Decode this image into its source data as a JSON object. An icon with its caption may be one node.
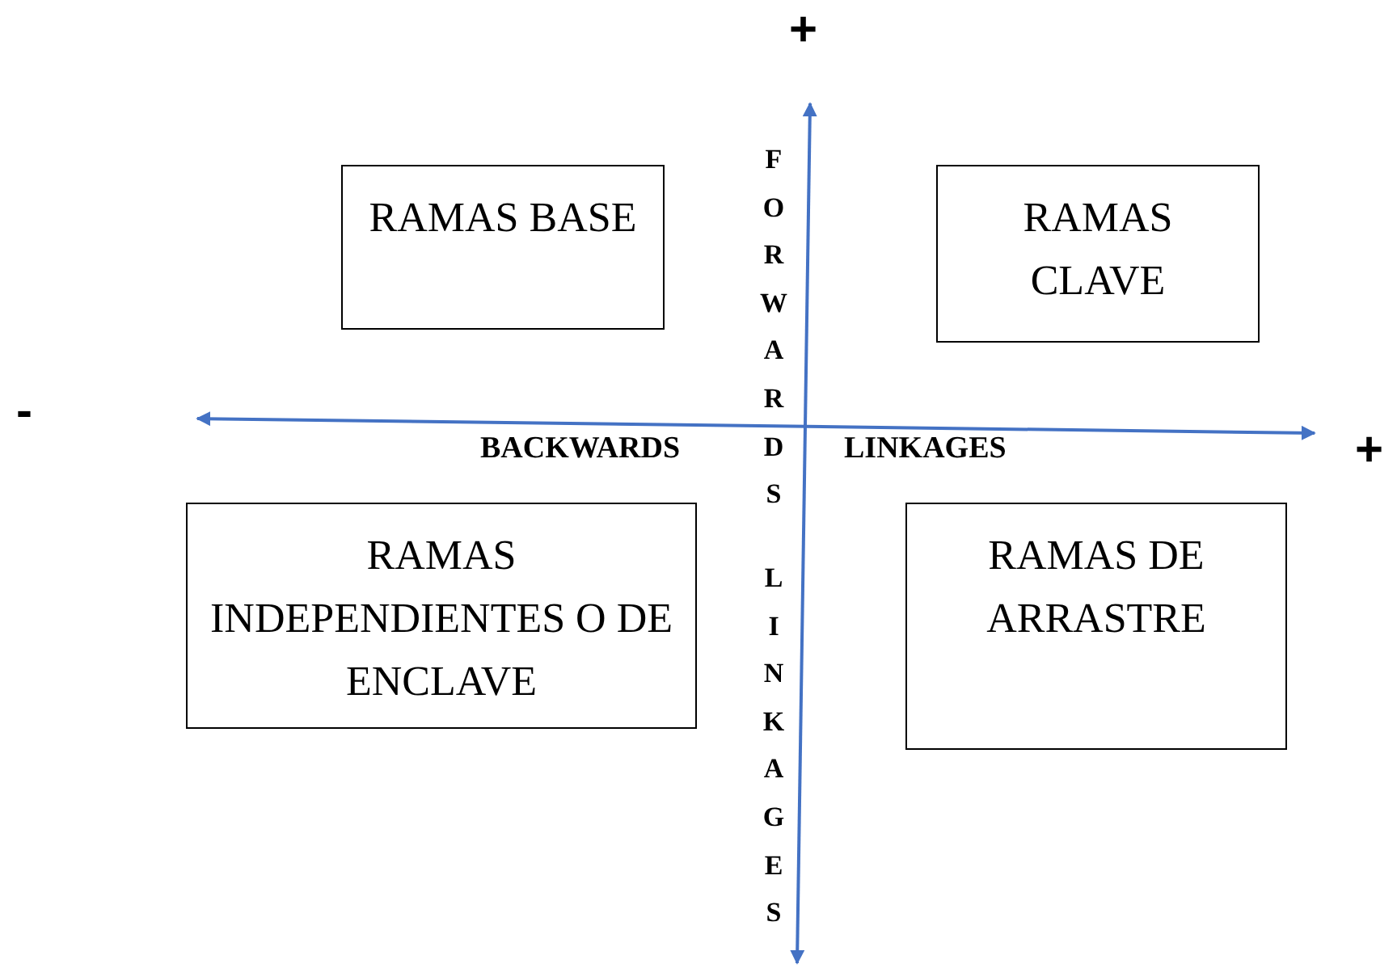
{
  "diagram": {
    "nodes": [
      {
        "text": [
          "RAMAS BASE"
        ]
      },
      {
        "text": [
          "RAMAS CLAVE"
        ]
      },
      {
        "text": [
          "RAMAS INDEPENDIENTES O DE ENCLAVE"
        ]
      },
      {
        "text": [
          "RAMAS DE ARRASTRE"
        ]
      }
    ],
    "edges": [],
    "labels": [
      "+",
      "FORWARDS",
      "-",
      "BACKWARDS",
      "LINKAGES",
      "+",
      "LINKAGES"
    ]
  }
}
